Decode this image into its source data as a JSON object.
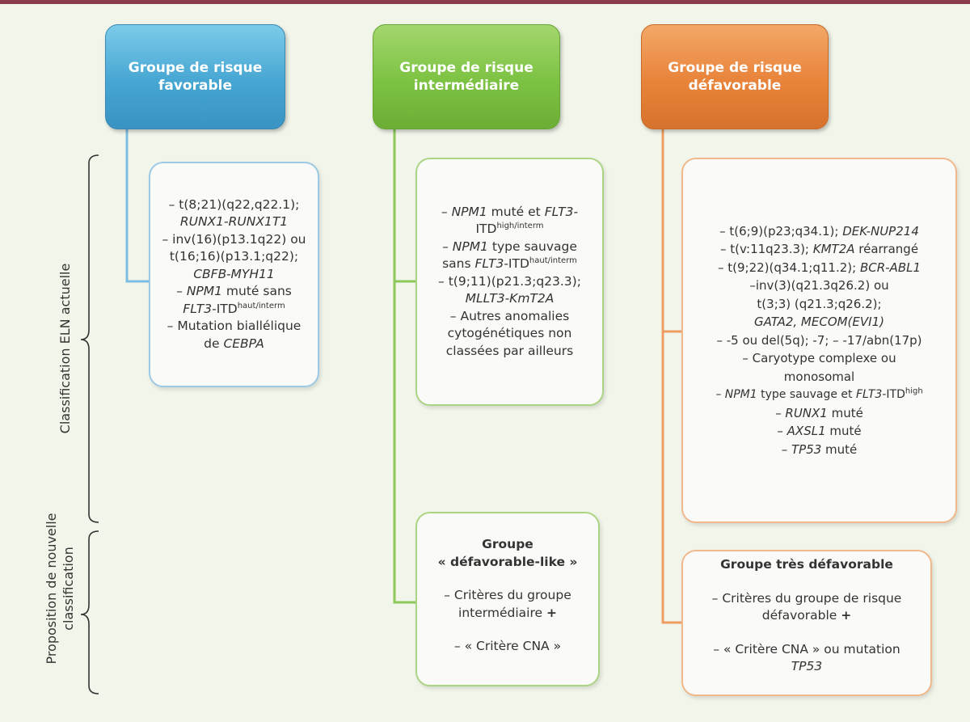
{
  "headers": {
    "favorable": [
      "Groupe de risque",
      "favorable"
    ],
    "intermediate": [
      "Groupe de risque",
      "intermédiaire"
    ],
    "unfavorable": [
      "Groupe de risque",
      "défavorable"
    ]
  },
  "side_labels": {
    "eln": "Classification ELN actuelle",
    "proposal": [
      "Proposition de nouvelle",
      "classification"
    ]
  },
  "favorable_items": {
    "l1": "– t(8;21)(q22,q22.1);",
    "l2": "RUNX1-RUNX1T1",
    "l3": "– inv(16)(p13.1q22) ou",
    "l4": "t(16;16)(p13.1;q22);",
    "l5": "CBFB-MYH11",
    "l6a": "– ",
    "l6b": "NPM1",
    "l6c": " muté sans",
    "l7a": "FLT3",
    "l7b": "-ITD",
    "l7sup": "haut/interm",
    "l8": "– Mutation biallélique",
    "l9a": "de ",
    "l9b": "CEBPA"
  },
  "intermediate_items": {
    "l1a": "– ",
    "l1b": "NPM1",
    "l1c": " muté et ",
    "l1d": "FLT3-",
    "l2a": "ITD",
    "l2sup": "high/interm",
    "l3a": "– ",
    "l3b": "NPM1",
    "l3c": " type sauvage",
    "l4a": "sans ",
    "l4b": "FLT3",
    "l4c": "-ITD",
    "l4sup": "haut/interm",
    "l5": "– t(9;11)(p21.3;q23.3);",
    "l6": "MLLT3-KmT2A",
    "l7": "– Autres anomalies",
    "l8": "cytogénétiques non",
    "l9": "classées par ailleurs"
  },
  "unfavorable_items": {
    "l1a": "– t(6;9)(p23;q34.1); ",
    "l1b": "DEK-NUP214",
    "l2a": "– t(v:11q23.3); ",
    "l2b": "KMT2A",
    "l2c": " réarrangé",
    "l3a": "– t(9;22)(q34.1;q11.2); ",
    "l3b": "BCR-ABL1",
    "l4": "–inv(3)(q21.3q26.2) ou",
    "l5": "t(3;3) (q21.3;q26.2);",
    "l6": "GATA2, MECOM(EVI1)",
    "l7": "– -5 ou del(5q); -7; – -17/abn(17p)",
    "l8": "– Caryotype complexe ou",
    "l9": "monosomal",
    "l10a": "– ",
    "l10b": "NPM1",
    "l10c": " type sauvage et ",
    "l10d": "FLT3",
    "l10e": "-ITD",
    "l10sup": "high",
    "l11a": "– ",
    "l11b": "RUNX1",
    "l11c": " muté",
    "l12a": "– ",
    "l12b": "AXSL1",
    "l12c": " muté",
    "l13a": "– ",
    "l13b": "TP53",
    "l13c": " muté"
  },
  "unfavorable_like": {
    "title": [
      "Groupe",
      "« défavorable-like »"
    ],
    "l1": "– Critères du groupe",
    "l2a": "intermédiaire ",
    "l2b": "+",
    "l3": "– « Critère CNA »"
  },
  "very_unfavorable": {
    "title": "Groupe très défavorable",
    "l1": "– Critères du groupe de risque",
    "l2a": "défavorable ",
    "l2b": "+",
    "l3": "– « Critère CNA » ou mutation",
    "l4": "TP53"
  },
  "colors": {
    "favorable": "#46a6d2",
    "intermediate": "#7cc242",
    "unfavorable": "#e8833a",
    "background": "#f2f6ea",
    "top_bar": "#8c3b4c"
  }
}
